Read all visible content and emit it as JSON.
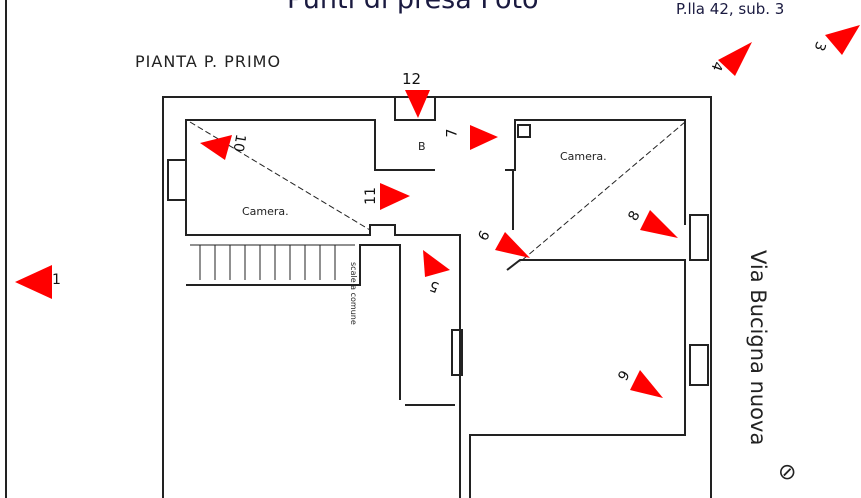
{
  "title": "Punti  di presa Foto",
  "reference": "P.lla 42,  sub. 3",
  "plan_label": "PIANTA  P.  PRIMO",
  "street_label": "Via  Bucigna nuova",
  "rooms": {
    "camera_left": "Camera.",
    "camera_right": "Camera.",
    "bathroom": "B",
    "stairs": "scale a comune"
  },
  "photo_points": [
    "1",
    "3",
    "4",
    "5",
    "6",
    "7",
    "8",
    "9",
    "10",
    "11",
    "12"
  ],
  "colors": {
    "arrow": "#ff0000",
    "walls": "#222222",
    "title": "#1a1a40"
  }
}
